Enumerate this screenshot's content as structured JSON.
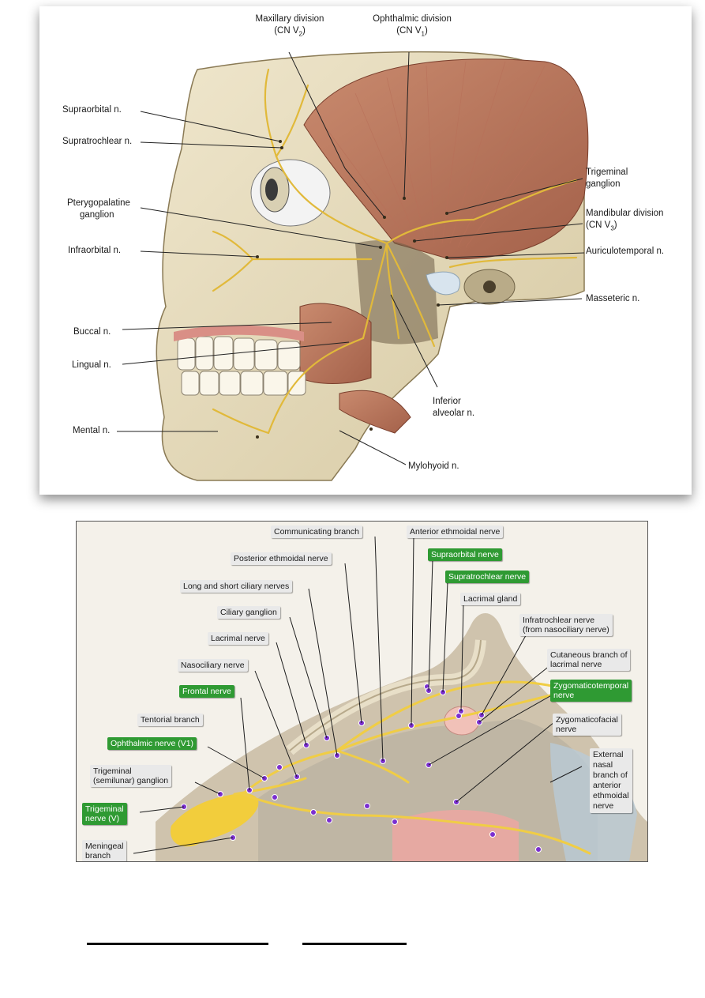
{
  "figure1": {
    "labels": {
      "maxillary_division": "Maxillary division",
      "maxillary_cn": "(CN V",
      "maxillary_sub": "2",
      "ophthalmic_division": "Ophthalmic division",
      "ophthalmic_cn": "(CN V",
      "ophthalmic_sub": "1",
      "supraorbital": "Supraorbital n.",
      "supratrochlear": "Supratrochlear n.",
      "pterygopalatine_1": "Pterygopalatine",
      "pterygopalatine_2": "ganglion",
      "infraorbital": "Infraorbital n.",
      "buccal": "Buccal n.",
      "lingual": "Lingual n.",
      "mental": "Mental n.",
      "trigeminal_1": "Trigeminal",
      "trigeminal_2": "ganglion",
      "mandibular_division": "Mandibular division",
      "mandibular_cn": "(CN V",
      "mandibular_sub": "3",
      "auriculotemporal": "Auriculotemporal n.",
      "masseteric": "Masseteric n.",
      "inferior_alveolar_1": "Inferior",
      "inferior_alveolar_2": "alveolar n.",
      "mylohyoid": "Mylohyoid n."
    }
  },
  "figure2": {
    "labels": {
      "communicating_branch": "Communicating branch",
      "anterior_ethmoidal": "Anterior ethmoidal nerve",
      "supraorbital": "Supraorbital nerve",
      "supratrochlear": "Supratrochlear nerve",
      "posterior_ethmoidal": "Posterior ethmoidal nerve",
      "lacrimal_gland": "Lacrimal gland",
      "long_short_ciliary": "Long and short ciliary nerves",
      "infratrochlear_1": "Infratrochlear nerve",
      "infratrochlear_2": "(from nasociliary nerve)",
      "ciliary_ganglion": "Ciliary ganglion",
      "lacrimal_nerve": "Lacrimal nerve",
      "cutaneous_1": "Cutaneous branch of",
      "cutaneous_2": "lacrimal nerve",
      "nasociliary": "Nasociliary nerve",
      "zygomaticotemporal_1": "Zygomaticotemporal",
      "zygomaticotemporal_2": "nerve",
      "frontal": "Frontal nerve",
      "tentorial": "Tentorial branch",
      "zygomaticofacial_1": "Zygomaticofacial",
      "zygomaticofacial_2": "nerve",
      "ophthalmic": "Ophthalmic nerve (V1)",
      "external_nasal_1": "External",
      "external_nasal_2": "nasal",
      "external_nasal_3": "branch of",
      "external_nasal_4": "anterior",
      "external_nasal_5": "ethmoidal",
      "external_nasal_6": "nerve",
      "trigeminal_ganglion_1": "Trigeminal",
      "trigeminal_ganglion_2": "(semilunar) ganglion",
      "trigeminal_nerve_1": "Trigeminal",
      "trigeminal_nerve_2": "nerve (V)",
      "meningeal_1": "Meningeal",
      "meningeal_2": "branch"
    },
    "colors": {
      "highlight_label": "#2f9a33",
      "plain_label": "#e9e9e9",
      "nerve": "#e8c84a",
      "pin": "#7b2fd0"
    }
  }
}
